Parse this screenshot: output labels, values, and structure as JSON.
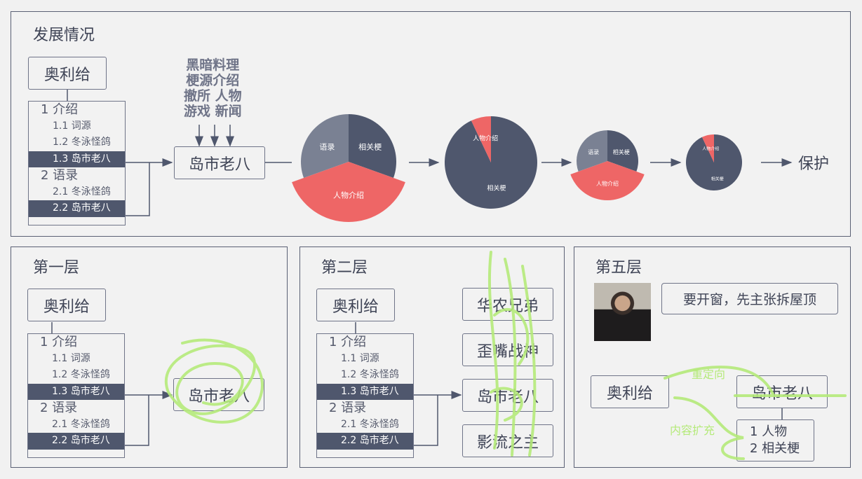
{
  "top": {
    "title": "发展情况",
    "root": "奥利给",
    "list": [
      {
        "t": "1 介绍",
        "h": true
      },
      {
        "t": "1.1 词源"
      },
      {
        "t": "1.2 冬泳怪鸽"
      },
      {
        "t": "1.3 岛市老八",
        "sel": true
      },
      {
        "t": "2 语录",
        "h": true
      },
      {
        "t": "2.1 冬泳怪鸽"
      },
      {
        "t": "2.2 岛市老八",
        "sel": true
      }
    ],
    "tags": [
      "黑暗料理",
      "梗源介绍",
      "撤所 人物",
      "游戏 新闻"
    ],
    "node": "岛市老八",
    "end": "保护"
  },
  "chart_data": [
    {
      "type": "pie",
      "slices": [
        {
          "label": "相关梗",
          "value": 30.5,
          "color": "#4f576d"
        },
        {
          "label": "人物介绍",
          "value": 39,
          "color": "#ee6666",
          "exploded": true
        },
        {
          "label": "语录",
          "value": 30.5,
          "color": "#7a8193"
        }
      ]
    },
    {
      "type": "pie",
      "slices": [
        {
          "label": "相关梗",
          "value": 93,
          "color": "#4f576d"
        },
        {
          "label": "人物介绍",
          "value": 7,
          "color": "#ee6666"
        }
      ]
    },
    {
      "type": "pie",
      "slices": [
        {
          "label": "相关梗",
          "value": 30.5,
          "color": "#4f576d"
        },
        {
          "label": "人物介绍",
          "value": 39,
          "color": "#ee6666",
          "exploded": true
        },
        {
          "label": "语录",
          "value": 30.5,
          "color": "#7a8193"
        }
      ]
    },
    {
      "type": "pie",
      "slices": [
        {
          "label": "相关梗",
          "value": 93,
          "color": "#4f576d"
        },
        {
          "label": "人物介绍",
          "value": 7,
          "color": "#ee6666"
        }
      ]
    }
  ],
  "p1": {
    "title": "第一层",
    "root": "奥利给",
    "node": "岛市老八"
  },
  "p2": {
    "title": "第二层",
    "root": "奥利给",
    "nodes": [
      "华农兄弟",
      "歪嘴战神",
      "岛市老八",
      "影流之主"
    ]
  },
  "p5": {
    "title": "第五层",
    "quote": "要开窗，先主张拆屋顶",
    "root": "奥利给",
    "node": "岛市老八",
    "items": [
      "1 人物",
      "2 相关梗"
    ],
    "ann1": "重定向",
    "ann2": "内容扩充"
  }
}
